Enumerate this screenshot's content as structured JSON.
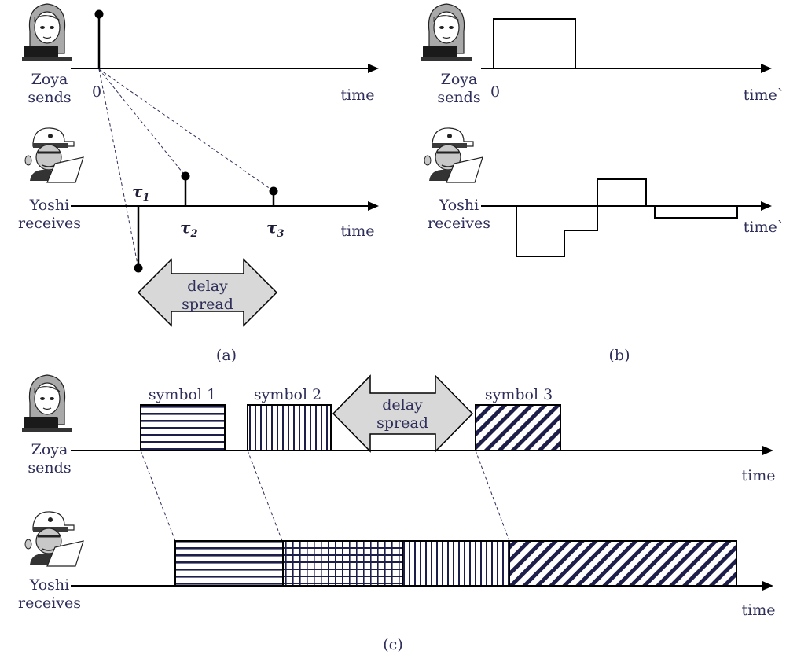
{
  "panel_a": {
    "sender": {
      "name": "Zoya",
      "action": "sends"
    },
    "receiver": {
      "name": "Yoshi",
      "action": "receives"
    },
    "origin_label": "0",
    "time_label_top": "time",
    "time_label_bottom": "time",
    "taps": [
      {
        "symbol": "τ",
        "index": "1"
      },
      {
        "symbol": "τ",
        "index": "2"
      },
      {
        "symbol": "τ",
        "index": "3"
      }
    ],
    "delay_line1": "delay",
    "delay_line2": "spread",
    "caption": "(a)"
  },
  "panel_b": {
    "sender": {
      "name": "Zoya",
      "action": "sends"
    },
    "receiver": {
      "name": "Yoshi",
      "action": "receives"
    },
    "origin_label": "0",
    "time_label_top": "time`",
    "time_label_bottom": "time`",
    "caption": "(b)"
  },
  "panel_c": {
    "sender": {
      "name": "Zoya",
      "action": "sends"
    },
    "receiver": {
      "name": "Yoshi",
      "action": "receives"
    },
    "symbols": [
      "symbol 1",
      "symbol 2",
      "symbol 3"
    ],
    "delay_line1": "delay",
    "delay_line2": "spread",
    "time_label_top": "time",
    "time_label_bottom": "time",
    "caption": "(c)"
  },
  "colors": {
    "line": "#000000",
    "text": "#2e2e5a",
    "pattern": "#1e1e4a",
    "arrow_fill": "#d8d8d8"
  },
  "icons": [
    "woman-laptop-icon",
    "man-laptop-icon"
  ]
}
